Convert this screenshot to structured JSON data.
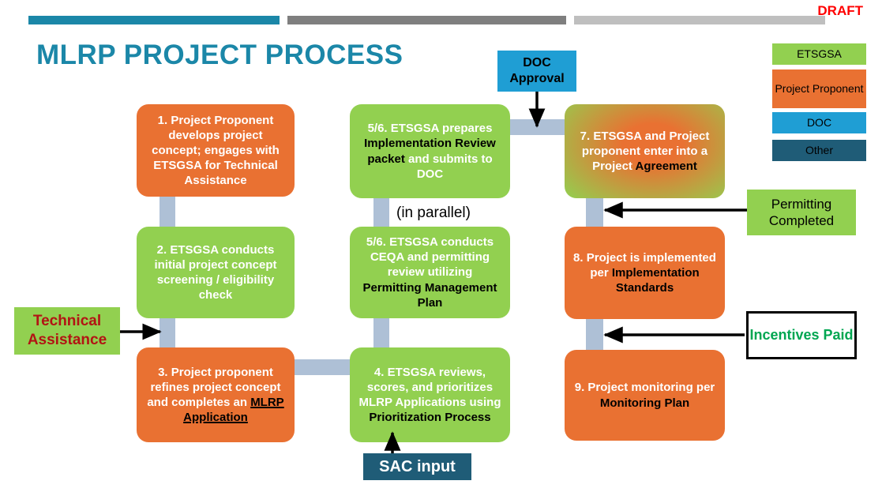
{
  "header": {
    "title": "MLRP PROJECT PROCESS",
    "draft_label": "DRAFT"
  },
  "legend": {
    "items": [
      {
        "label": "ETSGSA",
        "color": "#92D050"
      },
      {
        "label": "Project Proponent",
        "color": "#E97132"
      },
      {
        "label": "DOC",
        "color": "#1F9ED4"
      },
      {
        "label": "Other",
        "color": "#1F5C77"
      }
    ]
  },
  "flow": {
    "boxes": [
      {
        "key": "step1",
        "parts": [
          {
            "text": "1. Project Proponent develops project concept; engages with ETSGSA for Technical Assistance",
            "emphasis": "white"
          }
        ]
      },
      {
        "key": "step2",
        "parts": [
          {
            "text": "2. ETSGSA conducts initial project concept screening / eligibility check",
            "emphasis": "white"
          }
        ]
      },
      {
        "key": "step3",
        "parts": [
          {
            "text": "3. Project proponent refines project concept and completes an ",
            "emphasis": "white"
          },
          {
            "text": "MLRP Application",
            "emphasis": "black-underline"
          }
        ]
      },
      {
        "key": "step4",
        "parts": [
          {
            "text": "4. ETSGSA reviews, scores, and prioritizes MLRP Applications using ",
            "emphasis": "white"
          },
          {
            "text": "Prioritization Process",
            "emphasis": "black"
          }
        ]
      },
      {
        "key": "step56a",
        "parts": [
          {
            "text": "5/6. ETSGSA prepares ",
            "emphasis": "white"
          },
          {
            "text": "Implementation Review packet",
            "emphasis": "black"
          },
          {
            "text": " and submits to DOC",
            "emphasis": "white"
          }
        ]
      },
      {
        "key": "step56b",
        "parts": [
          {
            "text": "5/6. ETSGSA conducts CEQA and permitting review utilizing ",
            "emphasis": "white"
          },
          {
            "text": "Permitting Management Plan",
            "emphasis": "black"
          }
        ]
      },
      {
        "key": "step7",
        "parts": [
          {
            "text": "7. ETSGSA and Project proponent enter into a Project ",
            "emphasis": "white"
          },
          {
            "text": "Agreement",
            "emphasis": "black"
          }
        ]
      },
      {
        "key": "step8",
        "parts": [
          {
            "text": "8. Project is implemented per ",
            "emphasis": "white"
          },
          {
            "text": "Implementation Standards",
            "emphasis": "black"
          }
        ]
      },
      {
        "key": "step9",
        "parts": [
          {
            "text": "9. Project monitoring per ",
            "emphasis": "white"
          },
          {
            "text": "Monitoring Plan",
            "emphasis": "black"
          }
        ]
      }
    ]
  },
  "callouts": {
    "technical_assistance": {
      "label": "Technical Assistance"
    },
    "doc_approval": {
      "label": "DOC Approval"
    },
    "permitting_completed": {
      "label": "Permitting Completed"
    },
    "incentives_paid": {
      "label": "Incentives Paid"
    },
    "sac_input": {
      "label": "SAC input"
    },
    "in_parallel": {
      "label": "(in parallel)"
    }
  },
  "colors": {
    "green": "#92D050",
    "orange": "#E97132",
    "doc_blue": "#1F9ED4",
    "other_blue": "#1F5C77",
    "connector_gray_blue": "#AEC0D6",
    "title_teal": "#1B87A8",
    "draft_red": "#FF0000",
    "technical_assistance_text_red": "#B21414",
    "incentives_paid_text_green": "#00A651",
    "bar_dark_gray": "#7F7F7F",
    "bar_light_gray": "#BFBFBF"
  }
}
